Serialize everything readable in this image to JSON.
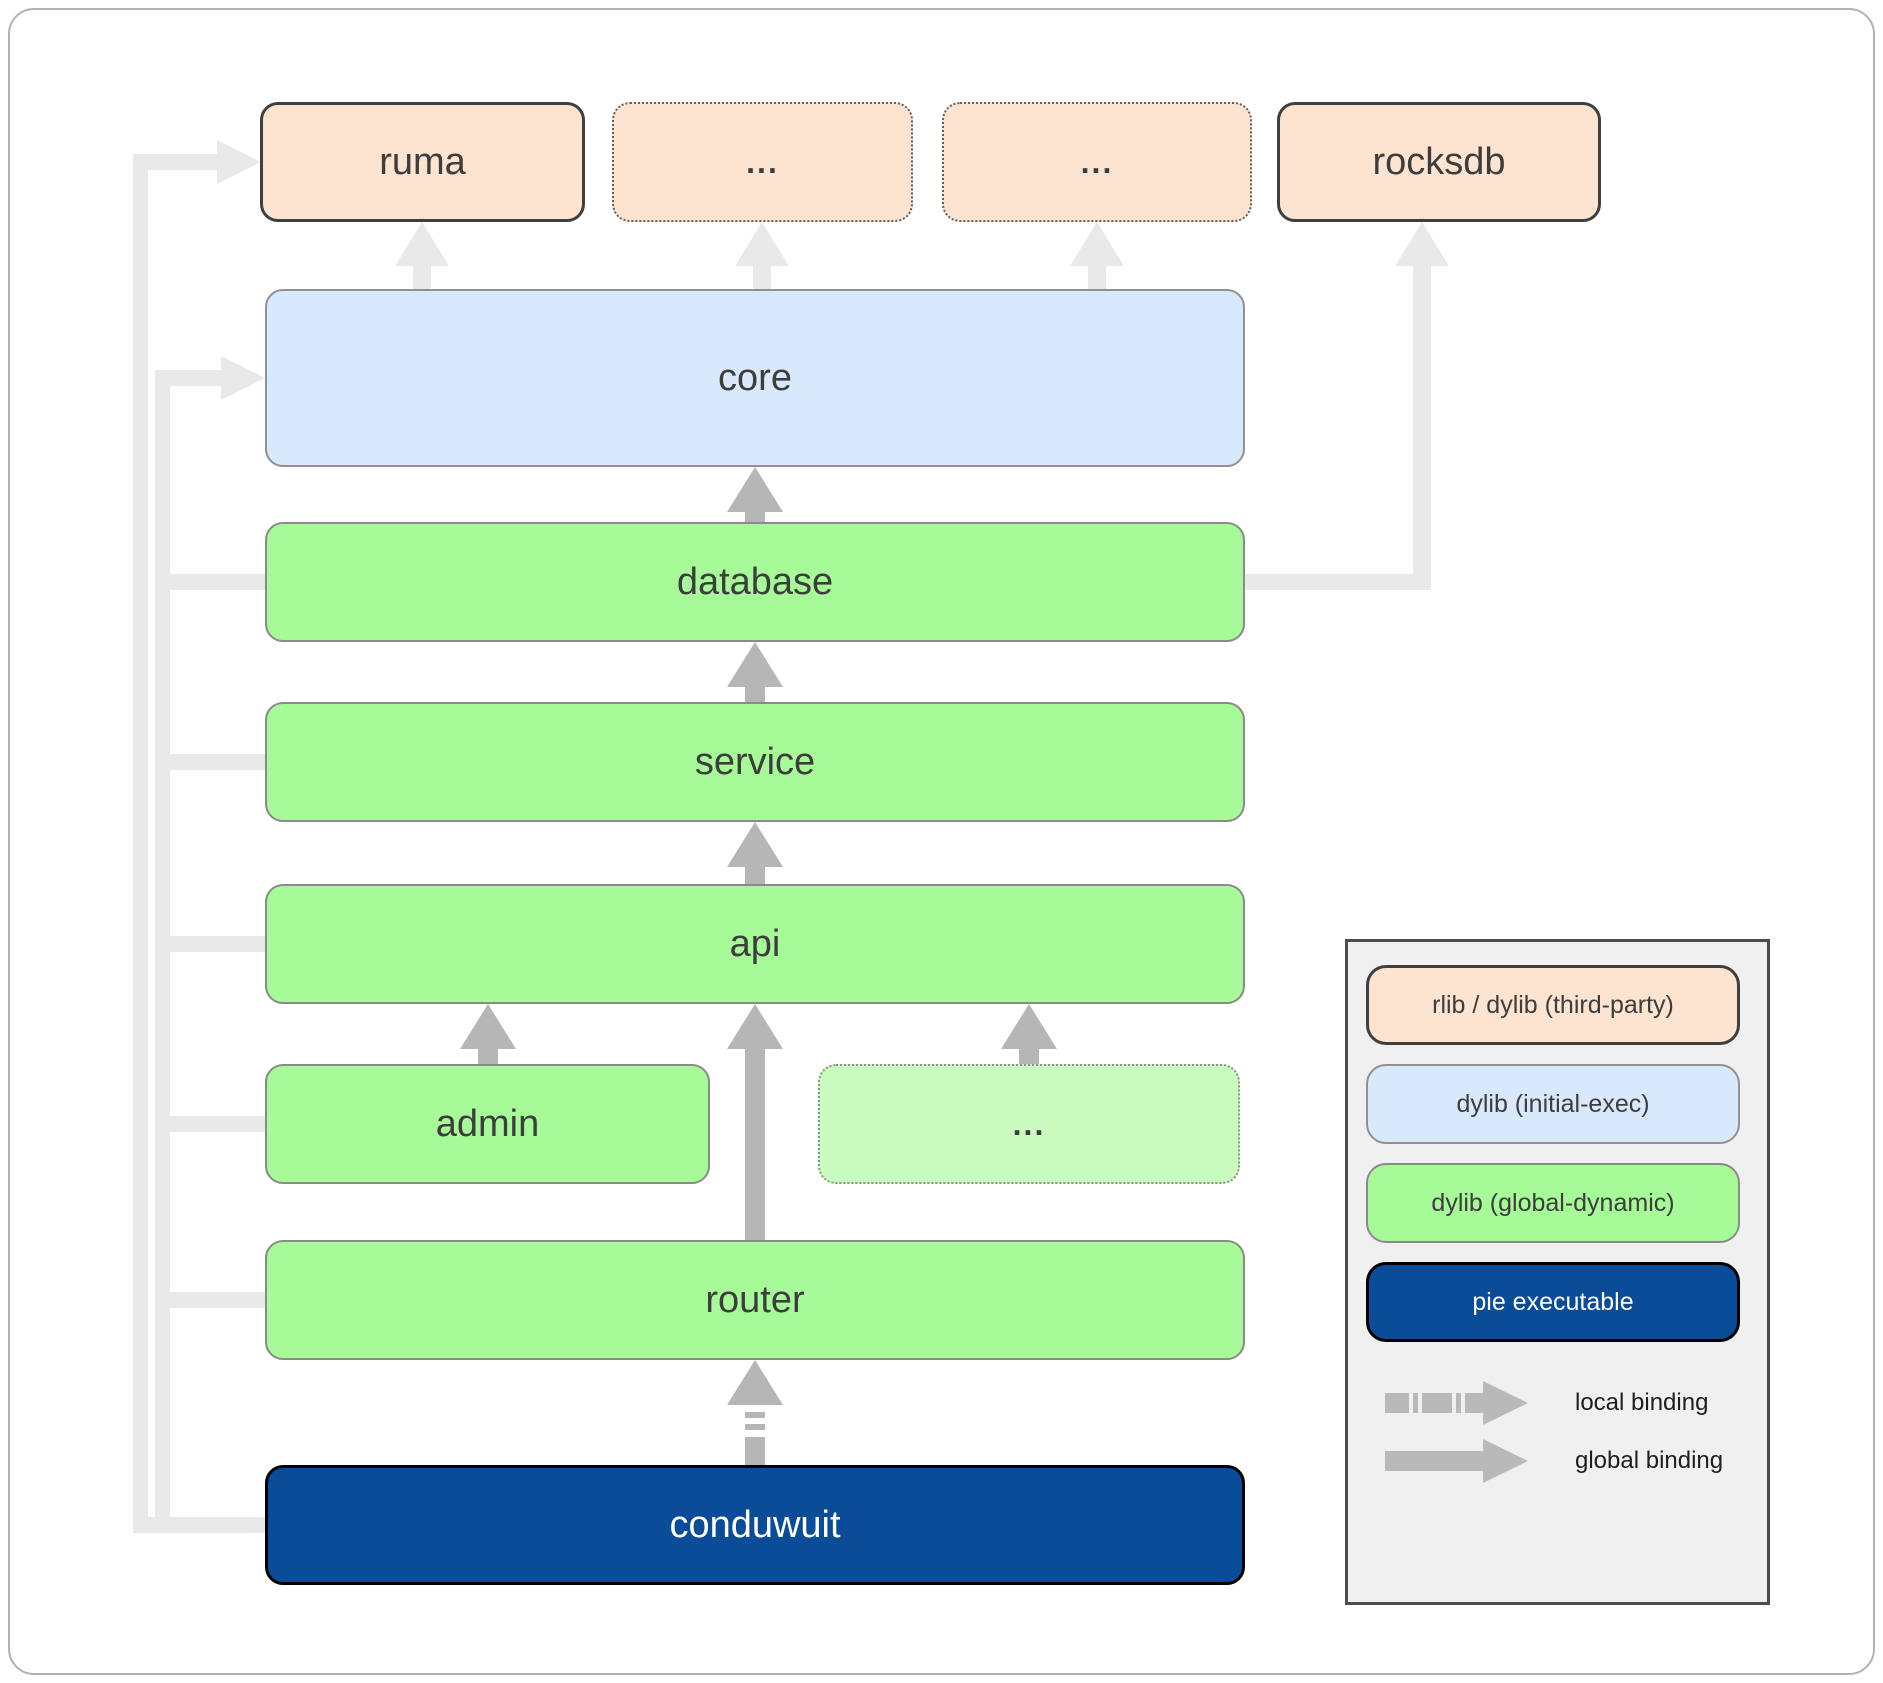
{
  "boxes": {
    "ruma": "ruma",
    "dots_a": "...",
    "dots_b": "...",
    "rocksdb": "rocksdb",
    "core": "core",
    "database": "database",
    "service": "service",
    "api": "api",
    "admin": "admin",
    "dots_c": "...",
    "router": "router",
    "conduwuit": "conduwuit"
  },
  "legend": {
    "third_party": "rlib / dylib (third-party)",
    "initial_exec": "dylib (initial-exec)",
    "global_dynamic": "dylib (global-dynamic)",
    "pie_executable": "pie executable",
    "local_binding": "local binding",
    "global_binding": "global binding"
  },
  "edges": [
    {
      "from": "conduwuit",
      "to": "router",
      "type": "local binding"
    },
    {
      "from": "router",
      "to": "api",
      "type": "global binding"
    },
    {
      "from": "admin",
      "to": "api",
      "type": "global binding"
    },
    {
      "from": "...",
      "to": "api",
      "type": "global binding"
    },
    {
      "from": "api",
      "to": "service",
      "type": "global binding"
    },
    {
      "from": "service",
      "to": "database",
      "type": "global binding"
    },
    {
      "from": "database",
      "to": "core",
      "type": "global binding"
    },
    {
      "from": "database",
      "to": "rocksdb",
      "type": "muted"
    },
    {
      "from": "core",
      "to": "ruma",
      "type": "muted"
    },
    {
      "from": "core",
      "to": "...",
      "type": "muted"
    },
    {
      "from": "core",
      "to": "...",
      "type": "muted"
    },
    {
      "from": "conduwuit",
      "to": "ruma",
      "type": "muted"
    },
    {
      "from": "conduwuit",
      "to": "core",
      "type": "muted"
    },
    {
      "from": "conduwuit",
      "to": "database",
      "type": "muted"
    },
    {
      "from": "conduwuit",
      "to": "service",
      "type": "muted"
    },
    {
      "from": "conduwuit",
      "to": "api",
      "type": "muted"
    },
    {
      "from": "conduwuit",
      "to": "admin",
      "type": "muted"
    },
    {
      "from": "conduwuit",
      "to": "router",
      "type": "muted"
    }
  ],
  "colors": {
    "third_party_fill": "#fce4d1",
    "initial_exec_fill": "#d7e9fb",
    "global_dynamic_fill": "#a6fa98",
    "global_dynamic_light_fill": "#c9fcbe",
    "pie_executable_fill": "#0a4c97",
    "binding_arrow": "#b6b6b6",
    "muted_link": "#e9e9e9",
    "legend_background": "#f0f0f0"
  }
}
